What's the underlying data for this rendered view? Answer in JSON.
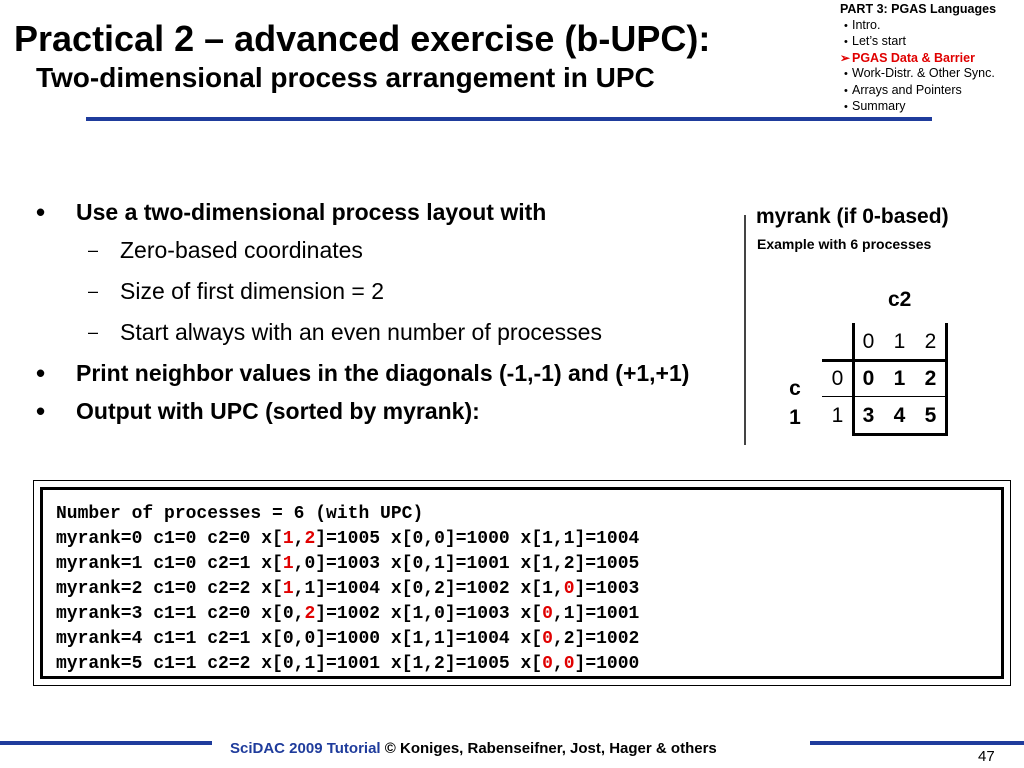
{
  "header": {
    "title": "Practical 2  –  advanced exercise (b-UPC):",
    "subtitle": "Two-dimensional process arrangement in UPC"
  },
  "nav": {
    "heading": "PART 3: PGAS Languages",
    "items": [
      {
        "label": "Intro.",
        "active": false
      },
      {
        "label": "Let’s start",
        "active": false
      },
      {
        "label": "PGAS Data & Barrier",
        "active": true
      },
      {
        "label": "Work-Distr. & Other Sync.",
        "active": false
      },
      {
        "label": "Arrays and Pointers",
        "active": false
      },
      {
        "label": "Summary",
        "active": false
      }
    ],
    "bullet_glyph": "•",
    "active_glyph": "➢"
  },
  "content": {
    "bullet_glyph": "•",
    "dash_glyph": "–",
    "bullet1": "Use a two-dimensional process layout with",
    "sub1": "Zero-based coordinates",
    "sub2": "Size of first dimension = 2",
    "sub3": "Start always with an even number of processes",
    "bullet2": "Print neighbor values in the diagonals (-1,-1) and (+1,+1)",
    "bullet3": "Output with UPC (sorted by myrank):"
  },
  "figure": {
    "title": "myrank (if 0-based)",
    "subtitle": "Example with 6 processes",
    "col_label": "c2",
    "row_label_1": "c",
    "row_label_2": "1",
    "col_headers": [
      "0",
      "1",
      "2"
    ],
    "row_headers": [
      "0",
      "1"
    ],
    "values": [
      [
        "0",
        "1",
        "2"
      ],
      [
        "3",
        "4",
        "5"
      ]
    ]
  },
  "code": {
    "lines": [
      [
        {
          "t": "Number of processes = 6 (with UPC)"
        }
      ],
      [
        {
          "t": "myrank=0 c1=0 c2=0 x["
        },
        {
          "t": "1",
          "red": true
        },
        {
          "t": ","
        },
        {
          "t": "2",
          "red": true
        },
        {
          "t": "]=1005 x[0,0]=1000 x[1,1]=1004"
        }
      ],
      [
        {
          "t": "myrank=1 c1=0 c2=1 x["
        },
        {
          "t": "1",
          "red": true
        },
        {
          "t": ",0]=1003 x[0,1]=1001 x[1,2]=1005"
        }
      ],
      [
        {
          "t": "myrank=2 c1=0 c2=2 x["
        },
        {
          "t": "1",
          "red": true
        },
        {
          "t": ",1]=1004 x[0,2]=1002 x[1,"
        },
        {
          "t": "0",
          "red": true
        },
        {
          "t": "]=1003"
        }
      ],
      [
        {
          "t": "myrank=3 c1=1 c2=0 x[0,"
        },
        {
          "t": "2",
          "red": true
        },
        {
          "t": "]=1002 x[1,0]=1003 x["
        },
        {
          "t": "0",
          "red": true
        },
        {
          "t": ",1]=1001"
        }
      ],
      [
        {
          "t": "myrank=4 c1=1 c2=1 x[0,0]=1000 x[1,1]=1004 x["
        },
        {
          "t": "0",
          "red": true
        },
        {
          "t": ",2]=1002"
        }
      ],
      [
        {
          "t": "myrank=5 c1=1 c2=2 x[0,1]=1001 x[1,2]=1005 x["
        },
        {
          "t": "0",
          "red": true
        },
        {
          "t": ","
        },
        {
          "t": "0",
          "red": true
        },
        {
          "t": "]=1000"
        }
      ]
    ]
  },
  "footer": {
    "brand": "SciDAC 2009 Tutorial",
    "credits": " © Koniges, Rabenseifner, Jost, Hager & others",
    "page_number": "47"
  },
  "colors": {
    "accent_blue": "#1f3c9c",
    "highlight_red": "#e00000"
  }
}
